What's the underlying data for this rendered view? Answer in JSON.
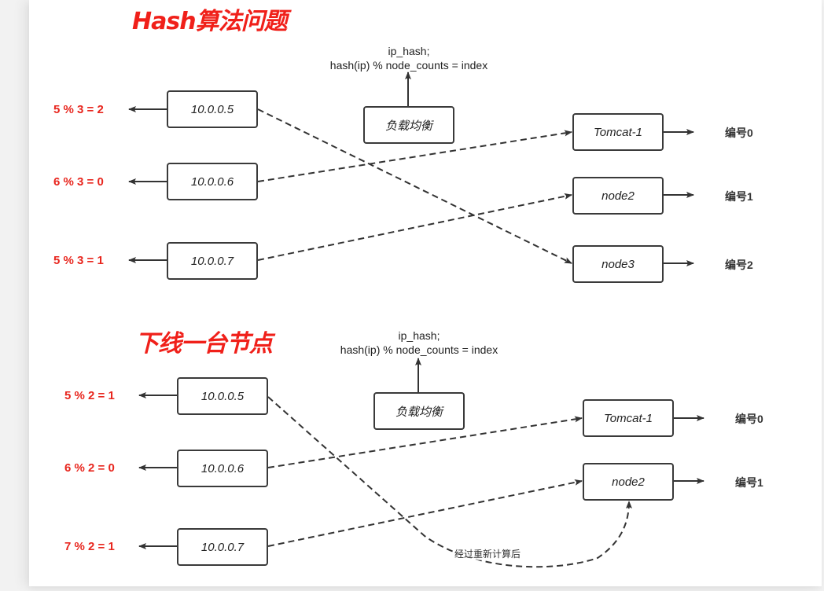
{
  "section1": {
    "title": "Hash算法问题",
    "formula_line1": "ip_hash;",
    "formula_line2": "hash(ip) % node_counts = index",
    "load_balancer": "负载均衡",
    "clients": [
      {
        "ip": "10.0.0.5",
        "calc": "5 % 3 = 2"
      },
      {
        "ip": "10.0.0.6",
        "calc": "6 % 3 = 0"
      },
      {
        "ip": "10.0.0.7",
        "calc": "5 % 3 = 1"
      }
    ],
    "nodes": [
      {
        "name": "Tomcat-1",
        "index": "编号0"
      },
      {
        "name": "node2",
        "index": "编号1"
      },
      {
        "name": "node3",
        "index": "编号2"
      }
    ]
  },
  "section2": {
    "title": "下线一台节点",
    "formula_line1": "ip_hash;",
    "formula_line2": "hash(ip) % node_counts = index",
    "load_balancer": "负载均衡",
    "clients": [
      {
        "ip": "10.0.0.5",
        "calc": "5 % 2 = 1"
      },
      {
        "ip": "10.0.0.6",
        "calc": "6 % 2 = 0"
      },
      {
        "ip": "10.0.0.7",
        "calc": "7 % 2 = 1"
      }
    ],
    "nodes": [
      {
        "name": "Tomcat-1",
        "index": "编号0"
      },
      {
        "name": "node2",
        "index": "编号1"
      }
    ],
    "recalc_note": "经过重新计算后"
  },
  "colors": {
    "accent_red": "#f0201a",
    "line": "#3a3a3a"
  }
}
